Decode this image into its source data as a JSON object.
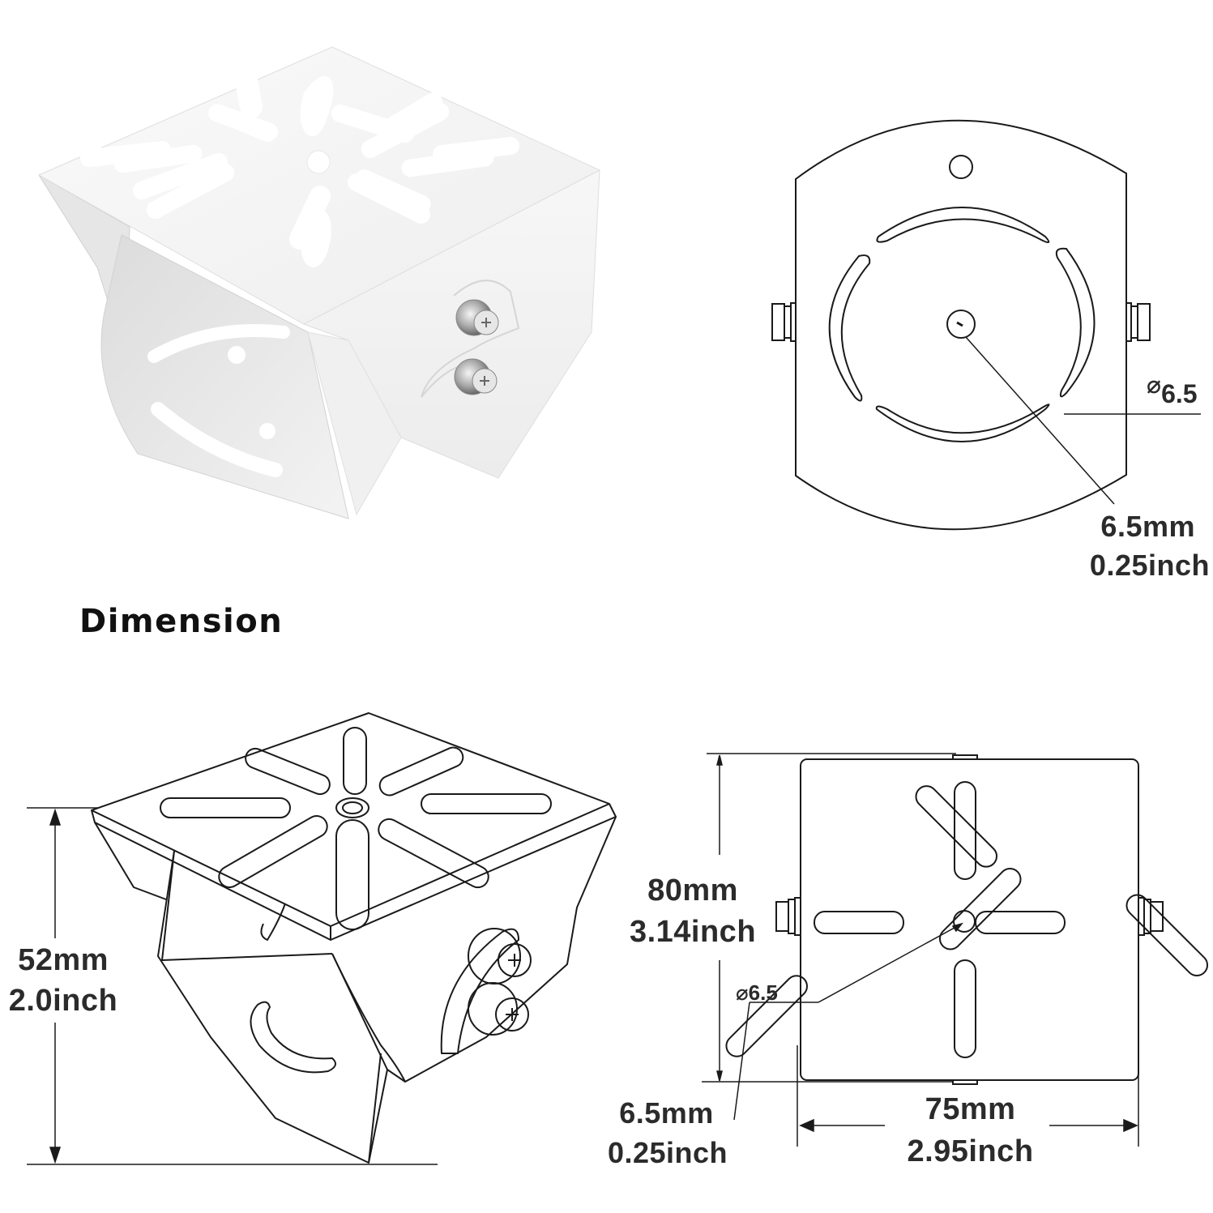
{
  "section_title": "Dimension",
  "photo": {
    "description": "White powder-coated steel camera mounting bracket with two hex bolts",
    "color": "#f4f4f4"
  },
  "top_view_circular": {
    "hole_callout_symbol": "⌀",
    "hole_callout_value": "6.5",
    "hole_mm": "6.5mm",
    "hole_inch": "0.25inch"
  },
  "side_view": {
    "height_mm": "52mm",
    "height_inch": "2.0inch"
  },
  "top_view_square": {
    "height_mm": "80mm",
    "height_inch": "3.14inch",
    "width_mm": "75mm",
    "width_inch": "2.95inch",
    "hole_callout": "⌀6.5",
    "hole_mm": "6.5mm",
    "hole_inch": "0.25inch"
  },
  "colors": {
    "line": "#1a1a1a",
    "text": "#2b2b2b",
    "background": "#ffffff"
  }
}
